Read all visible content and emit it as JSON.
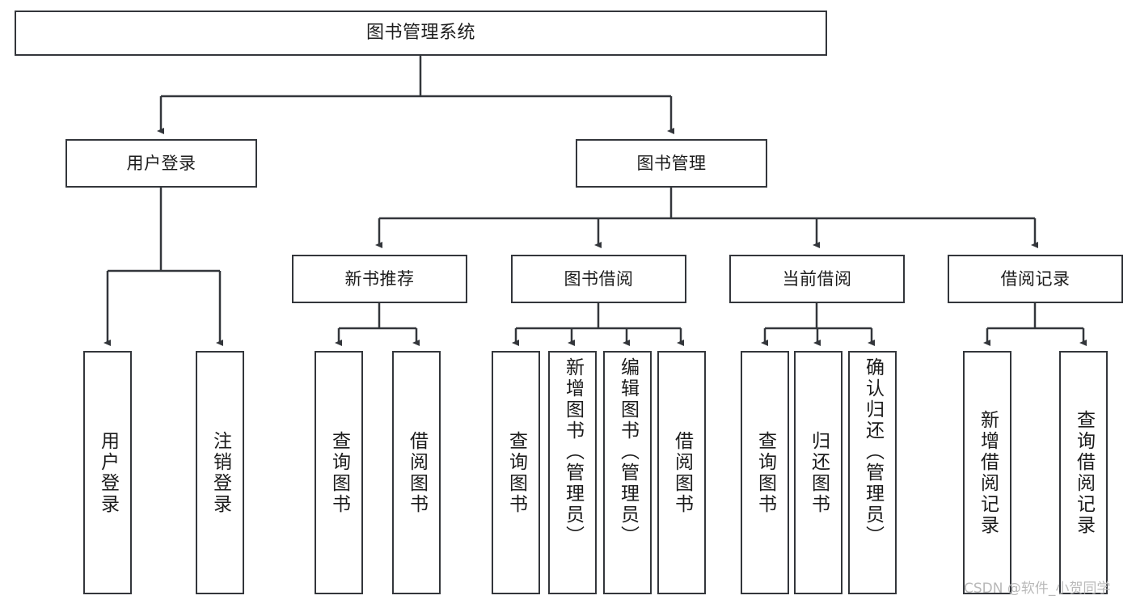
{
  "diagram": {
    "title": "图书管理系统",
    "type": "tree-structure-chart",
    "colors": {
      "box_border": "#33363b",
      "box_fill": "#ffffff",
      "connector": "#33363b",
      "text": "#1c1c1c",
      "watermark": "#b9b9b9",
      "background": "#ffffff"
    },
    "root": {
      "label": "图书管理系统"
    },
    "level2": [
      {
        "label": "用户登录"
      },
      {
        "label": "图书管理"
      }
    ],
    "level3": [
      {
        "label": "新书推荐"
      },
      {
        "label": "图书借阅"
      },
      {
        "label": "当前借阅"
      },
      {
        "label": "借阅记录"
      }
    ],
    "leaves": {
      "user_login": [
        {
          "label": "用户登录"
        },
        {
          "label": "注销登录"
        }
      ],
      "new_book_recommend": [
        {
          "label": "查询图书"
        },
        {
          "label": "借阅图书"
        }
      ],
      "book_borrow": [
        {
          "label": "查询图书"
        },
        {
          "label": "新增图书（管理员）"
        },
        {
          "label": "编辑图书（管理员）"
        },
        {
          "label": "借阅图书"
        }
      ],
      "current_borrow": [
        {
          "label": "查询图书"
        },
        {
          "label": "归还图书"
        },
        {
          "label": "确认归还（管理员）"
        }
      ],
      "borrow_record": [
        {
          "label": "新增借阅记录"
        },
        {
          "label": "查询借阅记录"
        }
      ]
    }
  },
  "watermark": {
    "text": "CSDN @软件_小贺同学"
  }
}
